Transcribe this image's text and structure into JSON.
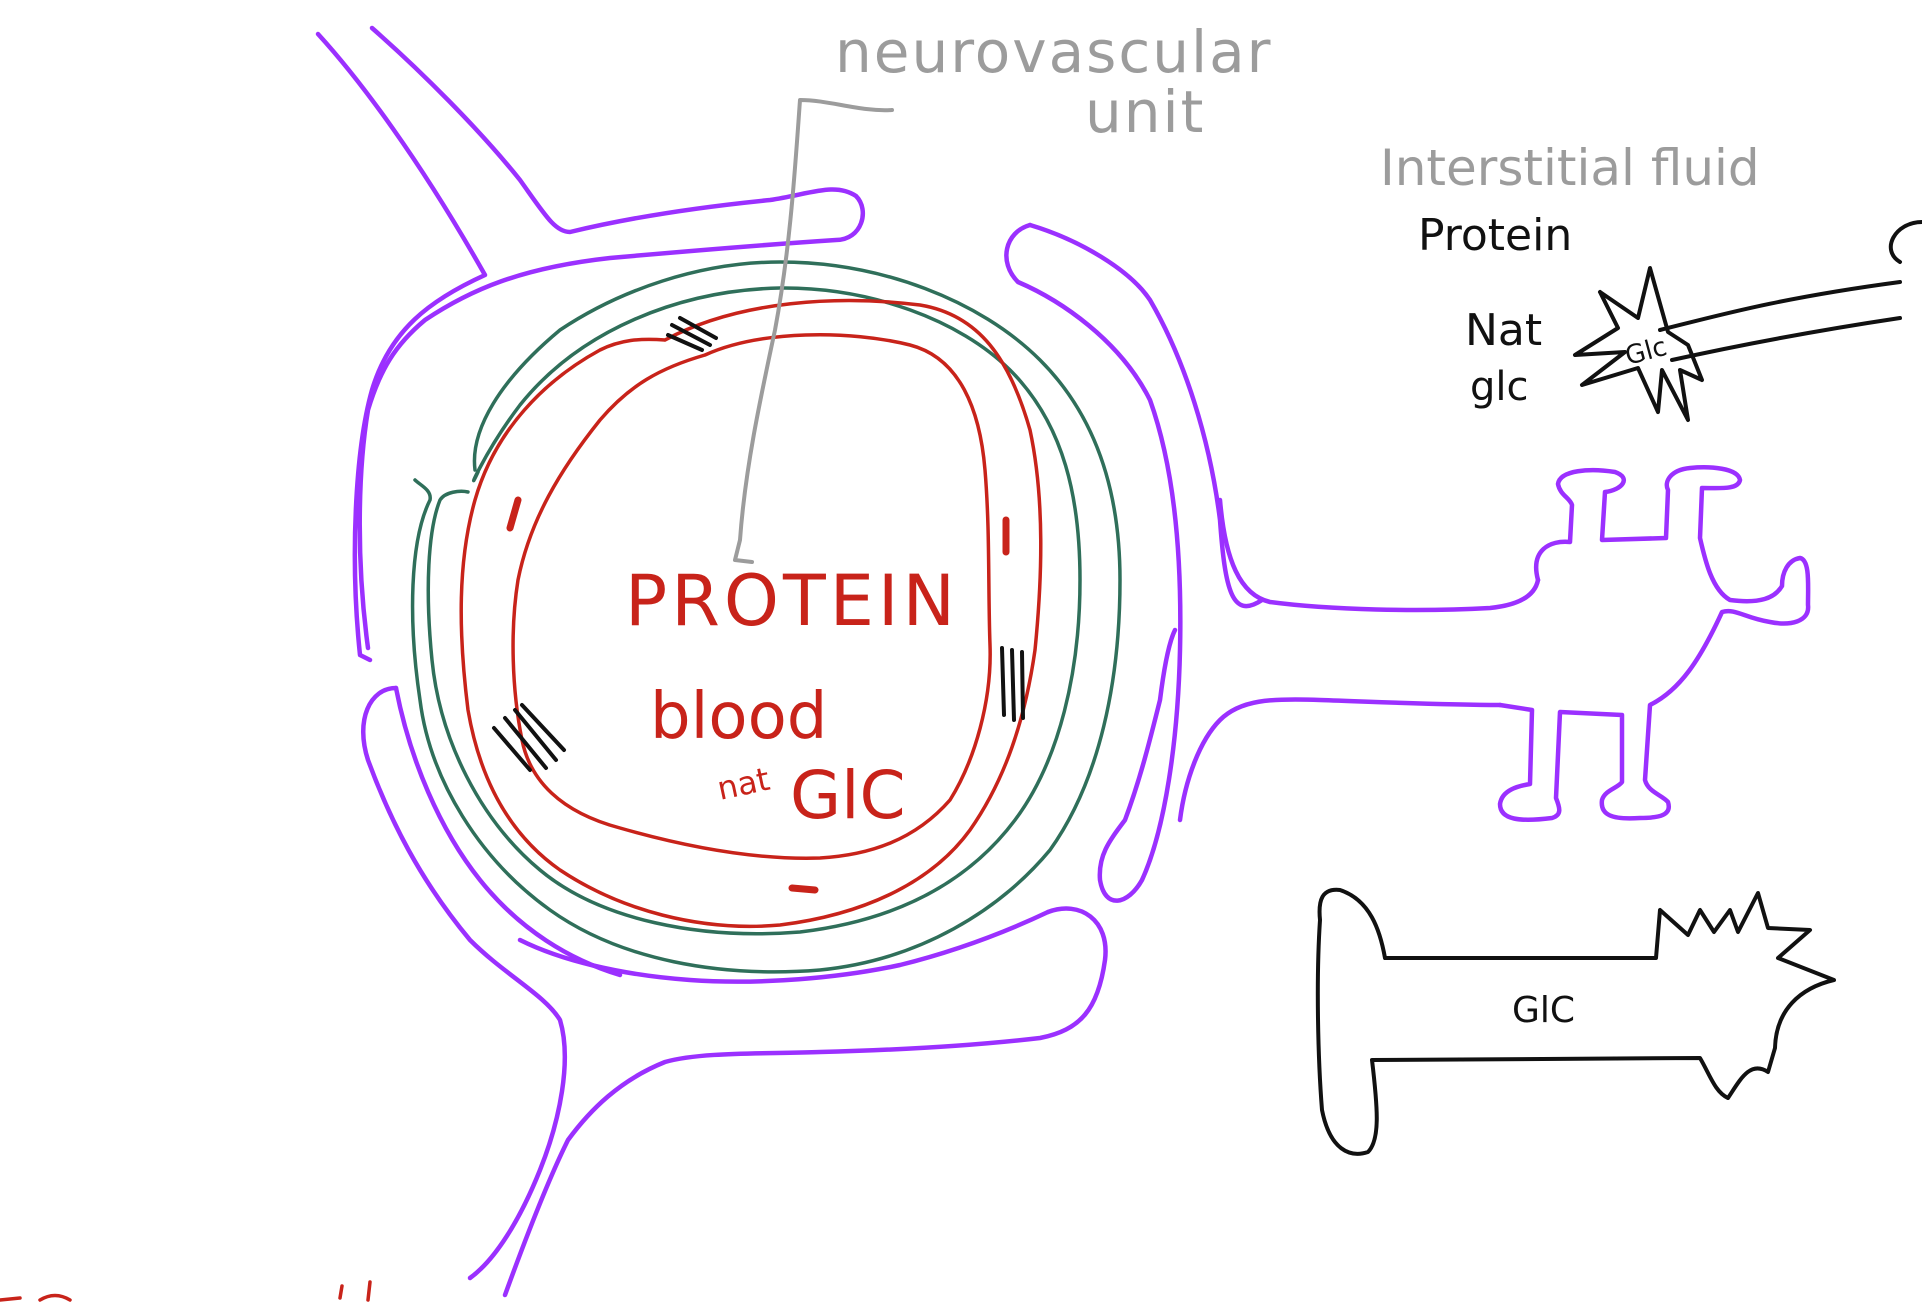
{
  "labels": {
    "title_line1": "neurovascular",
    "title_line2": "unit",
    "interstitial": "Interstitial fluid",
    "interstitial_protein": "Protein",
    "nat_outside": "Nat",
    "glc_outside": "glc",
    "glc_star": "Glc",
    "protein_blood": "PROTEIN",
    "blood": "blood",
    "nat_blood": "nat",
    "glc_blood": "GlC",
    "glc_transporter": "GlC"
  },
  "colors": {
    "astrocyte": "#9b30ff",
    "basement_membrane": "#2f6f5a",
    "endothelium": "#c8231a",
    "annotation": "#9c9c9c",
    "transporter": "#111111",
    "label_black": "#111111",
    "label_red": "#c8231a"
  }
}
